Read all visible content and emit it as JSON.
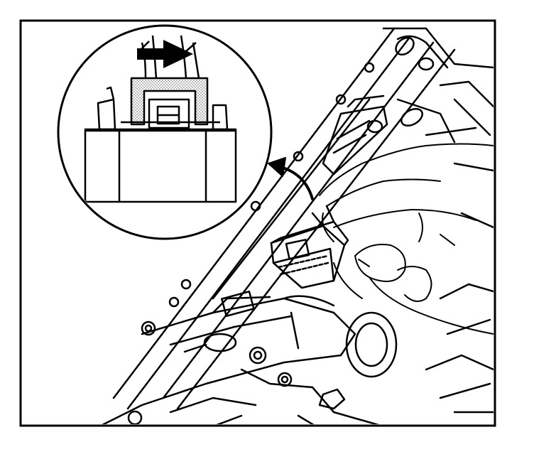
{
  "figure": {
    "subject": "connector-release-illustration",
    "colors": {
      "ink": "#000000",
      "paper": "#ffffff",
      "stipple": "#cfcfcf"
    },
    "icons": [
      "release-direction-arrow",
      "pointer-curved-arrow",
      "detail-magnifier-circle"
    ]
  }
}
